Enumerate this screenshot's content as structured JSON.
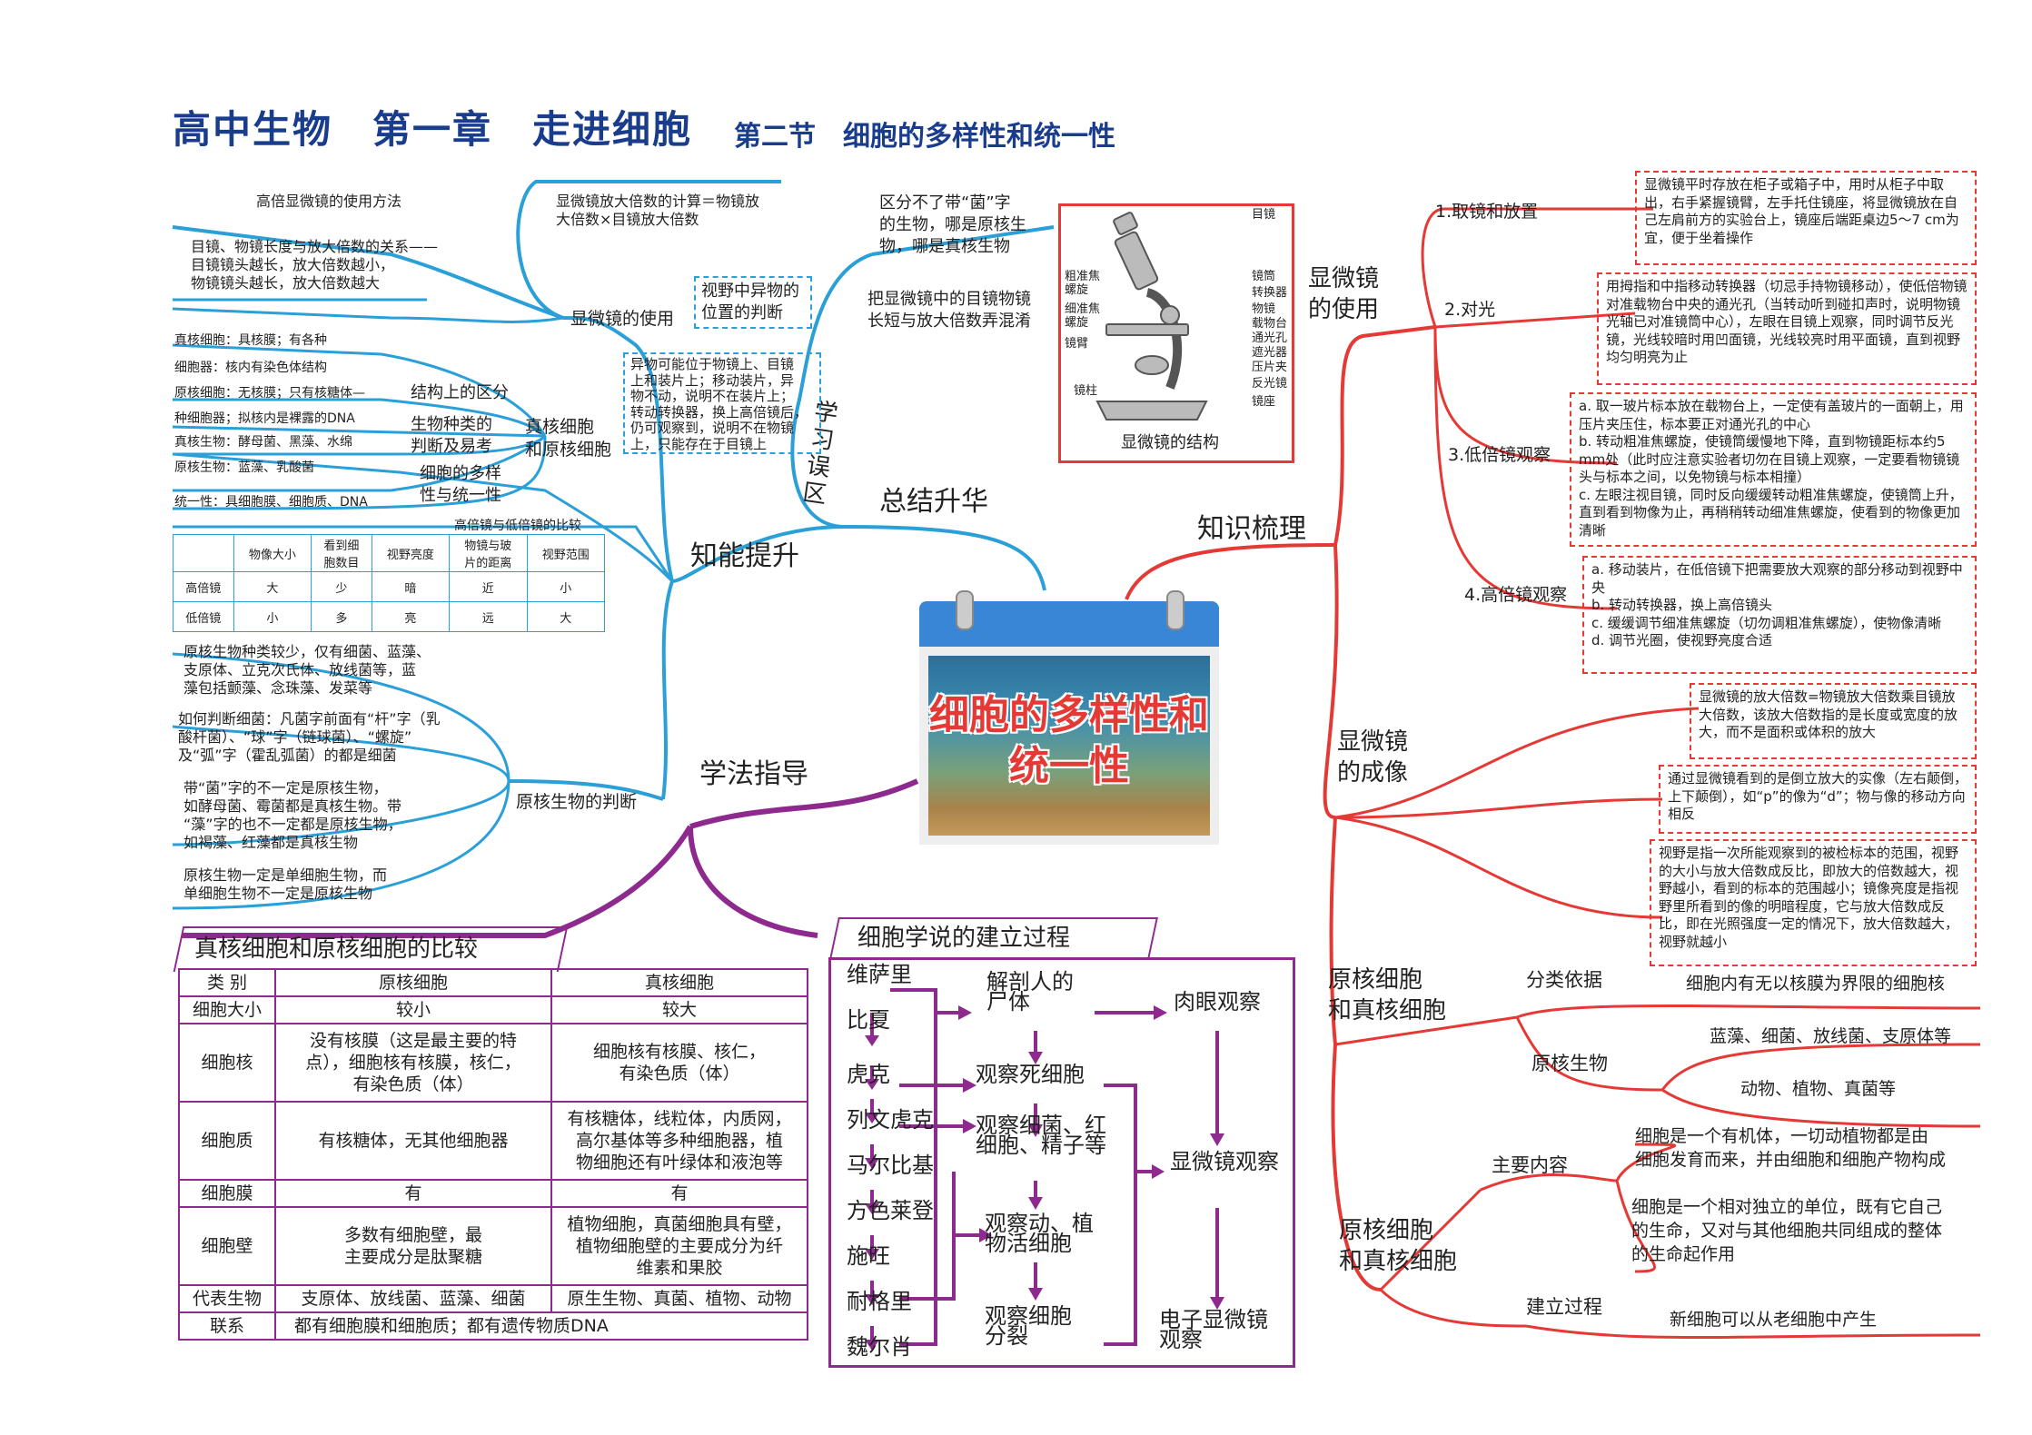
{
  "header": {
    "title": "高中生物　第一章　走进细胞",
    "subtitle": "第二节　细胞的多样性和统一性"
  },
  "center": {
    "text": "细胞的多样性和统一性"
  },
  "branches": {
    "summary": "总结升华",
    "study_area": "学习误区",
    "knowledge": "知识梳理",
    "ability": "知能提升",
    "method": "学法指导"
  },
  "top_left": {
    "hp_title": "高倍显微镜的使用方法",
    "obj_relation": "目镜、物镜长度与放大倍数的关系——\n目镜镜头越长，放大倍数越小，\n物镜镜头越长，放大倍数越大",
    "mag_calc": "显微镜放大倍数的计算＝物镜放\n大倍数×目镜放大倍数",
    "foreign_box": "视野中异物的\n位置的判断",
    "microscope_use": "显微镜的使用",
    "foreign_detail": "异物可能位于物镜上、目镜\n上和装片上；移动装片，异\n物不动，说明不在装片上；\n转动转换器，换上高倍镜后，\n仍可观察到，说明不在物镜\n上，只能存在于目镜上",
    "euk1": "真核细胞：具核膜；有各种",
    "euk2": "细胞器：核内有染色体结构",
    "pro1": "原核细胞：无核膜；只有核糖体—",
    "pro2": "种细胞器；拟核内是裸露的DNA",
    "structure_diff": "结构上的区分",
    "euk_eg": "真核生物：酵母菌、黑藻、水绵",
    "species": "生物种类的\n判断及易考",
    "euk_pro": "真核细胞\n和原核细胞",
    "pro_eg": "原核生物：蓝藻、乳酸菌",
    "diversity": "细胞的多样\n性与统一性",
    "unity": "统一性：具细胞膜、细胞质、DNA",
    "mic_table_title": "高倍镜与低倍镜的比较",
    "mic_table": {
      "headers": [
        "",
        "物像大小",
        "看到细\n胞数目",
        "视野亮度",
        "物镜与玻\n片的距离",
        "视野范围"
      ],
      "rows": [
        [
          "高倍镜",
          "大",
          "少",
          "暗",
          "近",
          "小"
        ],
        [
          "低倍镜",
          "小",
          "多",
          "亮",
          "远",
          "大"
        ]
      ]
    }
  },
  "study_area": {
    "jun": "区分不了带“菌”字\n的生物，哪是原核生\n物，哪是真核生物",
    "lens": "把显微镜中的目镜物镜\n长短与放大倍数弄混淆"
  },
  "microscope": {
    "caption": "显微镜的结构",
    "labels_right": [
      "目镜",
      "镜筒",
      "转换器",
      "物镜",
      "载物台",
      "通光孔",
      "遮光器",
      "压片夹",
      "反光镜",
      "镜座"
    ],
    "labels_left": [
      "粗准焦\n螺旋",
      "细准焦\n螺旋",
      "镜臂",
      "镜柱"
    ]
  },
  "prokaryote_judge": {
    "title": "原核生物的判断",
    "p1": "原核生物种类较少，仅有细菌、蓝藻、\n支原体、立克次氏体、放线菌等，蓝\n藻包括颤藻、念珠藻、发菜等",
    "p2": "如何判断细菌：凡菌字前面有“杆”字（乳\n酸杆菌）、“球”字（链球菌）、“螺旋”\n及“弧”字（霍乱弧菌）的都是细菌",
    "p3": "带“菌”字的不一定是原核生物，\n如酵母菌、霉菌都是真核生物。带\n“藻”字的也不一定都是原核生物，\n如褐藻、红藻都是真核生物",
    "p4": "原核生物一定是单细胞生物，而\n单细胞生物不一定是原核生物"
  },
  "compare_table": {
    "title": "真核细胞和原核细胞的比较",
    "headers": [
      "类  别",
      "原核细胞",
      "真核细胞"
    ],
    "rows": [
      [
        "细胞大小",
        "较小",
        "较大"
      ],
      [
        "细胞核",
        "没有核膜（这是最主要的特\n点），细胞核有核膜，核仁，\n有染色质（体）",
        "细胞核有核膜、核仁，\n有染色质（体）"
      ],
      [
        "细胞质",
        "有核糖体，无其他细胞器",
        "有核糖体，线粒体，内质网，\n高尔基体等多种细胞器，植\n物细胞还有叶绿体和液泡等"
      ],
      [
        "细胞膜",
        "有",
        "有"
      ],
      [
        "细胞壁",
        "多数有细胞壁，最\n主要成分是肽聚糖",
        "植物细胞，真菌细胞具有壁，\n植物细胞壁的主要成分为纤\n维素和果胶"
      ],
      [
        "代表生物",
        "支原体、放线菌、蓝藻、细菌",
        "原生生物、真菌、植物、动物"
      ],
      [
        "联系",
        "都有细胞膜和细胞质；都有遗传物质DNA",
        ""
      ]
    ]
  },
  "cell_theory": {
    "title": "细胞学说的建立过程",
    "people": [
      "维萨里",
      "比夏",
      "虎克",
      "列文虎克",
      "马尔比基",
      "方色莱登",
      "施旺",
      "耐格里",
      "魏尔肖"
    ],
    "steps": [
      "解剖人的\n尸体",
      "观察死细胞",
      "观察细菌、红\n细胞、精子等",
      "观察动、植\n物活细胞",
      "观察细胞\n分裂"
    ],
    "obs": [
      "肉眼观察",
      "显微镜观察",
      "电子显微镜\n观察"
    ]
  },
  "knowledge": {
    "use_title": "显微镜\n的使用",
    "steps": [
      "1.取镜和放置",
      "2.对光",
      "3.低倍镜观察",
      "4.高倍镜观察"
    ],
    "box1": "显微镜平时存放在柜子或箱子中，用时从柜子中取出，右手紧握镜臂，左手托住镜座，将显微镜放在自己左肩前方的实验台上，镜座后端距桌边5～7 cm为宜，便于坐着操作",
    "box2": "用拇指和中指移动转换器（切忌手持物镜移动），使低倍物镜对准载物台中央的通光孔（当转动听到碰扣声时，说明物镜光轴已对准镜筒中心），左眼在目镜上观察，同时调节反光镜，光线较暗时用凹面镜，光线较亮时用平面镜，直到视野均匀明亮为止",
    "box3": "a. 取一玻片标本放在载物台上，一定使有盖玻片的一面朝上，用压片夹压住，标本要正对通光孔的中心\nb. 转动粗准焦螺旋，使镜筒缓慢地下降，直到物镜距标本约5 mm处（此时应注意实验者切勿在目镜上观察，一定要看物镜镜头与标本之间，以免物镜与标本相撞）\nc. 左眼注视目镜，同时反向缓缓转动粗准焦螺旋，使镜筒上升，直到看到物像为止，再稍稍转动细准焦螺旋，使看到的物像更加清晰",
    "box4": "a. 移动装片，在低倍镜下把需要放大观察的部分移动到视野中央\nb. 转动转换器，换上高倍镜头\nc. 缓缓调节细准焦螺旋（切勿调粗准焦螺旋），使物像清晰\nd. 调节光圈，使视野亮度合适",
    "imaging_title": "显微镜\n的成像",
    "img1": "显微镜的放大倍数=物镜放大倍数乘目镜放大倍数，该放大倍数指的是长度或宽度的放大，而不是面积或体积的放大",
    "img2": "通过显微镜看到的是倒立放大的实像（左右颠倒，上下颠倒），如“p”的像为“d”；物与像的移动方向相反",
    "img3": "视野是指一次所能观察到的被检标本的范围，视野的大小与放大倍数成反比，即放大的倍数越大，视野越小，看到的标本的范围越小；镜像亮度是指视野里所看到的像的明暗程度，它与放大倍数成反比，即在光照强度一定的情况下，放大倍数越大，视野就越小",
    "ep_title": "原核细胞\n和真核细胞",
    "basis": "分类依据",
    "basis_text": "细胞内有无以核膜为界限的细胞核",
    "pro_org": "原核生物",
    "pro_list": "蓝藻、细菌、放线菌、支原体等",
    "euk_list": "动物、植物、真菌等",
    "ep_title2": "原核细胞\n和真核细胞",
    "main_content": "主要内容",
    "mc1": "细胞是一个有机体，一切动植物都是由\n细胞发育而来，并由细胞和细胞产物构成",
    "mc2": "细胞是一个相对独立的单位，既有它自己\n的生命，又对与其他细胞共同组成的整体\n的生命起作用",
    "process": "建立过程",
    "mc3": "新细胞可以从老细胞中产生"
  },
  "colors": {
    "blue": "#2a9fd8",
    "red": "#e53935",
    "purple": "#8e2a8e",
    "title": "#1a3c8c"
  }
}
